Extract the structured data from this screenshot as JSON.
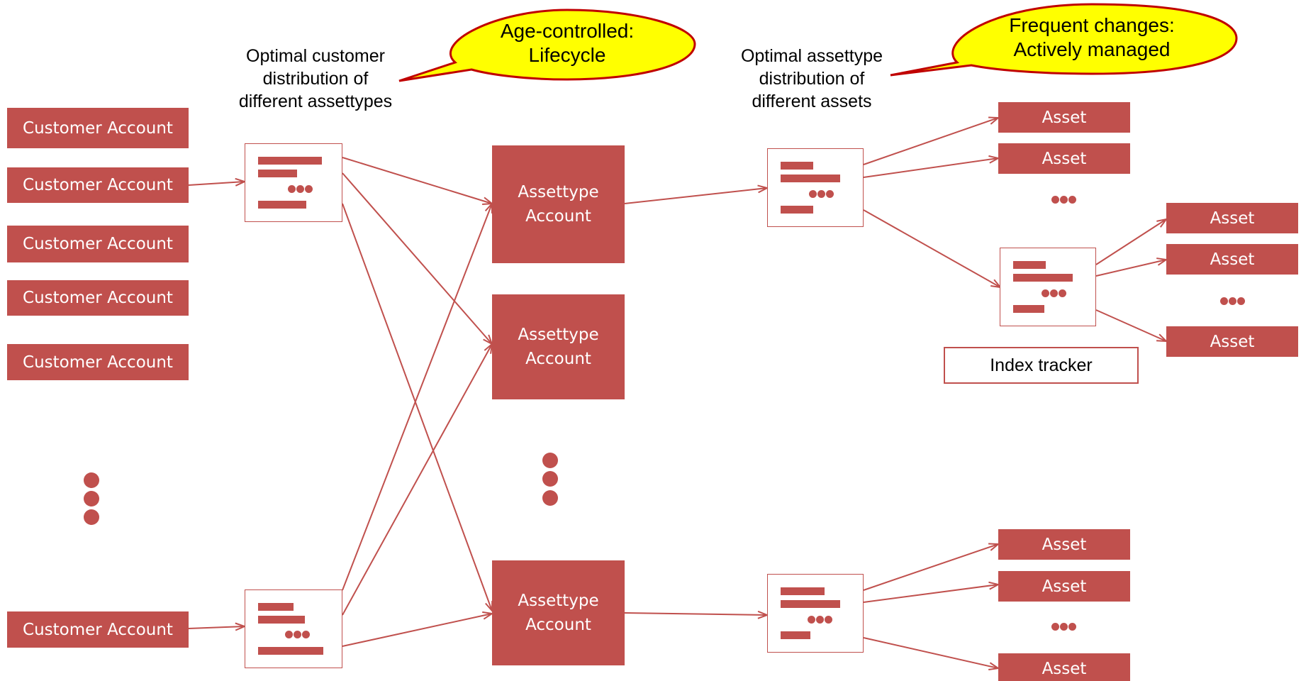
{
  "customer_accounts": [
    {
      "label": "Customer Account"
    },
    {
      "label": "Customer Account"
    },
    {
      "label": "Customer Account"
    },
    {
      "label": "Customer Account"
    },
    {
      "label": "Customer Account"
    },
    {
      "label": "Customer Account"
    }
  ],
  "assettype_accounts": [
    {
      "label": "Assettype\nAccount"
    },
    {
      "label": "Assettype\nAccount"
    },
    {
      "label": "Assettype\nAccount"
    }
  ],
  "assets": {
    "label": "Asset",
    "upper_group": [
      "Asset",
      "Asset"
    ],
    "nested_group": [
      "Asset",
      "Asset",
      "Asset"
    ],
    "lower_group": [
      "Asset",
      "Asset",
      "Asset"
    ]
  },
  "labels": {
    "customer_distribution": "Optimal customer\ndistribution of\ndifferent assettypes",
    "assettype_distribution": "Optimal assettype\ndistribution of\ndifferent assets",
    "index_tracker": "Index tracker"
  },
  "callouts": {
    "left": "Age-controlled:\nLifecycle",
    "right": "Frequent changes:\nActively managed"
  },
  "colors": {
    "node_fill": "#c0504d",
    "callout_fill": "#ffff00",
    "callout_stroke": "#c00000"
  },
  "icons": {
    "allocation_box": "allocation-chart-icon",
    "ellipsis": "ellipsis-icon"
  }
}
